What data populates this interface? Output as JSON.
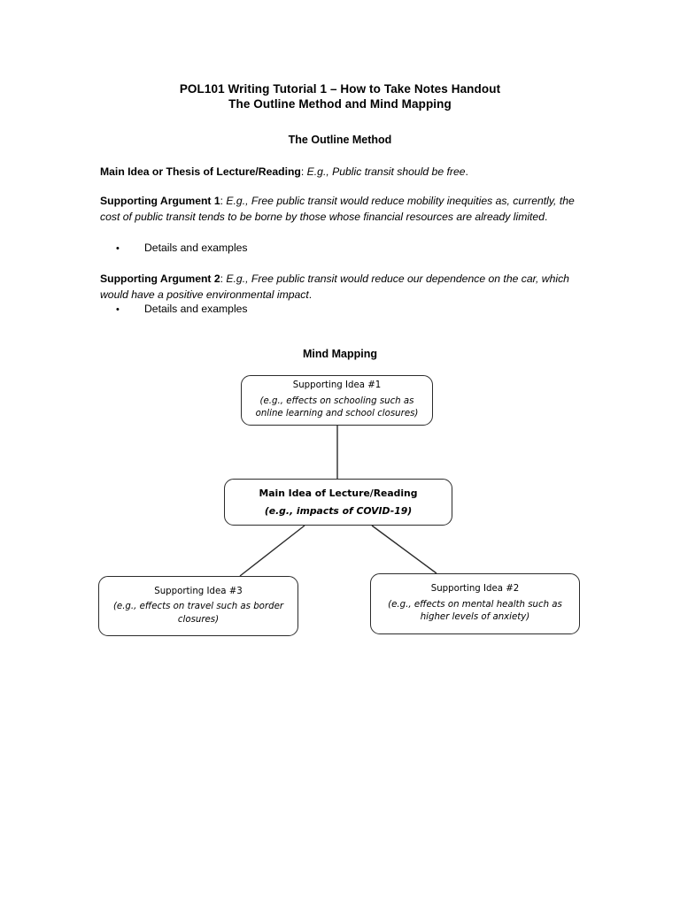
{
  "document": {
    "title_line1": "POL101 Writing Tutorial 1 – How to Take Notes Handout",
    "title_line2": "The Outline Method and Mind Mapping",
    "outline_heading": "The Outline Method",
    "mindmap_heading": "Mind Mapping"
  },
  "outline": {
    "thesis": {
      "label": "Main Idea or Thesis of Lecture/Reading",
      "separator": ": ",
      "example": "E.g., Public transit should be free",
      "terminator": "."
    },
    "argument1": {
      "label": "Supporting Argument 1",
      "separator": ": ",
      "example": "E.g., Free public transit would reduce mobility inequities as, currently, the cost of public transit tends to be borne by those whose financial resources are already limited",
      "terminator": "."
    },
    "argument2": {
      "label": "Supporting Argument 2",
      "separator": ": ",
      "example": "E.g., Free public transit would reduce our dependence on the car, which would have a positive environmental impact",
      "terminator": "."
    },
    "bullet_glyph": "•",
    "bullets": [
      "Details and examples",
      "Details and examples"
    ]
  },
  "mindmap": {
    "nodes": [
      {
        "id": "idea1",
        "title": "Supporting Idea #1",
        "subtitle": "(e.g., effects on schooling such as online learning and school closures)"
      },
      {
        "id": "main",
        "title": "Main Idea of Lecture/Reading",
        "subtitle": "(e.g., impacts of COVID-19)"
      },
      {
        "id": "idea3",
        "title": "Supporting Idea #3",
        "subtitle": "(e.g., effects on travel such as border closures)"
      },
      {
        "id": "idea2",
        "title": "Supporting Idea #2",
        "subtitle": "(e.g., effects on mental health such as higher levels of anxiety)"
      }
    ],
    "connector_color": "#2b2b2b"
  }
}
